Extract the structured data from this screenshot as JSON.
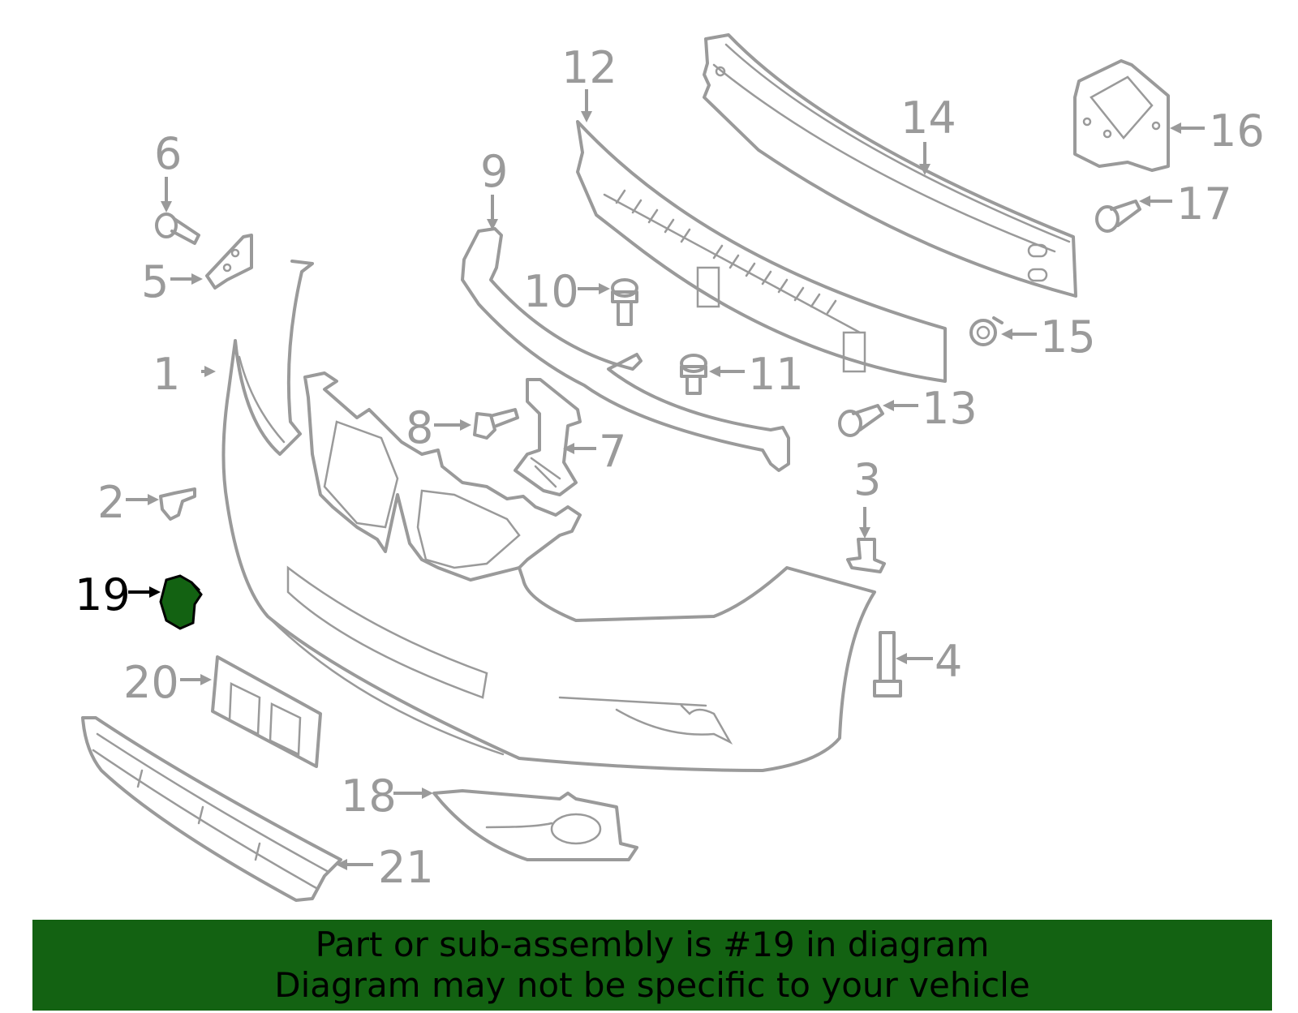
{
  "callouts": [
    "1",
    "2",
    "3",
    "4",
    "5",
    "6",
    "7",
    "8",
    "9",
    "10",
    "11",
    "12",
    "13",
    "14",
    "15",
    "16",
    "17",
    "18",
    "19",
    "20",
    "21"
  ],
  "highlight": {
    "number": "19",
    "color": "#136212"
  },
  "banner": {
    "line1": "Part or sub-assembly is #19 in diagram",
    "line2": "Diagram may not be specific to your vehicle",
    "color": "#136212"
  }
}
